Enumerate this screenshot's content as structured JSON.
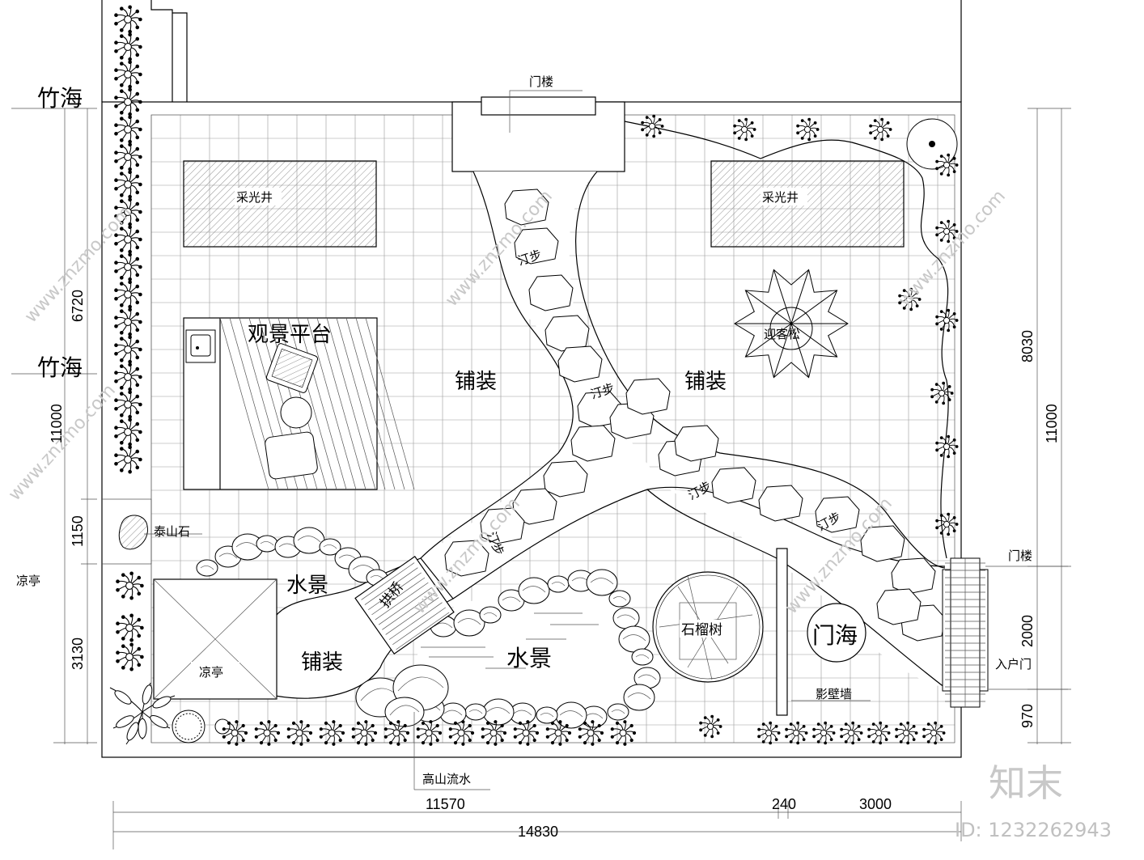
{
  "labels": {
    "men_lou_top": "门楼",
    "men_lou_right": "门楼",
    "cai_guang_jing_left": "采光井",
    "cai_guang_jing_right": "采光井",
    "guan_jing_ping_tai": "观景平台",
    "pu_zhuang_center": "铺装",
    "pu_zhuang_right": "铺装",
    "pu_zhuang_bottom": "铺装",
    "ting_bu_1": "汀步",
    "ting_bu_2": "汀步",
    "ting_bu_3": "汀步",
    "ting_bu_4": "汀步",
    "ting_bu_5": "汀步",
    "ying_ke_song": "迎客松",
    "tai_shan_shi": "泰山石",
    "shui_jing_small": "水景",
    "shui_jing_big": "水景",
    "gong_qiao": "拱桥",
    "liang_ting_inside": "凉亭",
    "liang_ting_side": "凉亭",
    "shi_liu_shu": "石榴树",
    "men_hai": "门海",
    "ying_bi_qiang": "影壁墙",
    "ru_hu_men": "入户门",
    "gao_shan_liu_shui": "高山流水",
    "zhu_hai_1": "竹海",
    "zhu_hai_2": "竹海"
  },
  "dimensions": {
    "left_6720": "6720",
    "left_11000": "11000",
    "left_1150": "1150",
    "left_3130": "3130",
    "right_8030": "8030",
    "right_11000": "11000",
    "right_2000": "2000",
    "right_970": "970",
    "bottom_11570": "11570",
    "bottom_240": "240",
    "bottom_3000": "3000",
    "bottom_14830": "14830"
  },
  "watermark": {
    "url_text": "www.znzmo.com",
    "brand": "知末",
    "id_text": "ID: 1232262943"
  }
}
